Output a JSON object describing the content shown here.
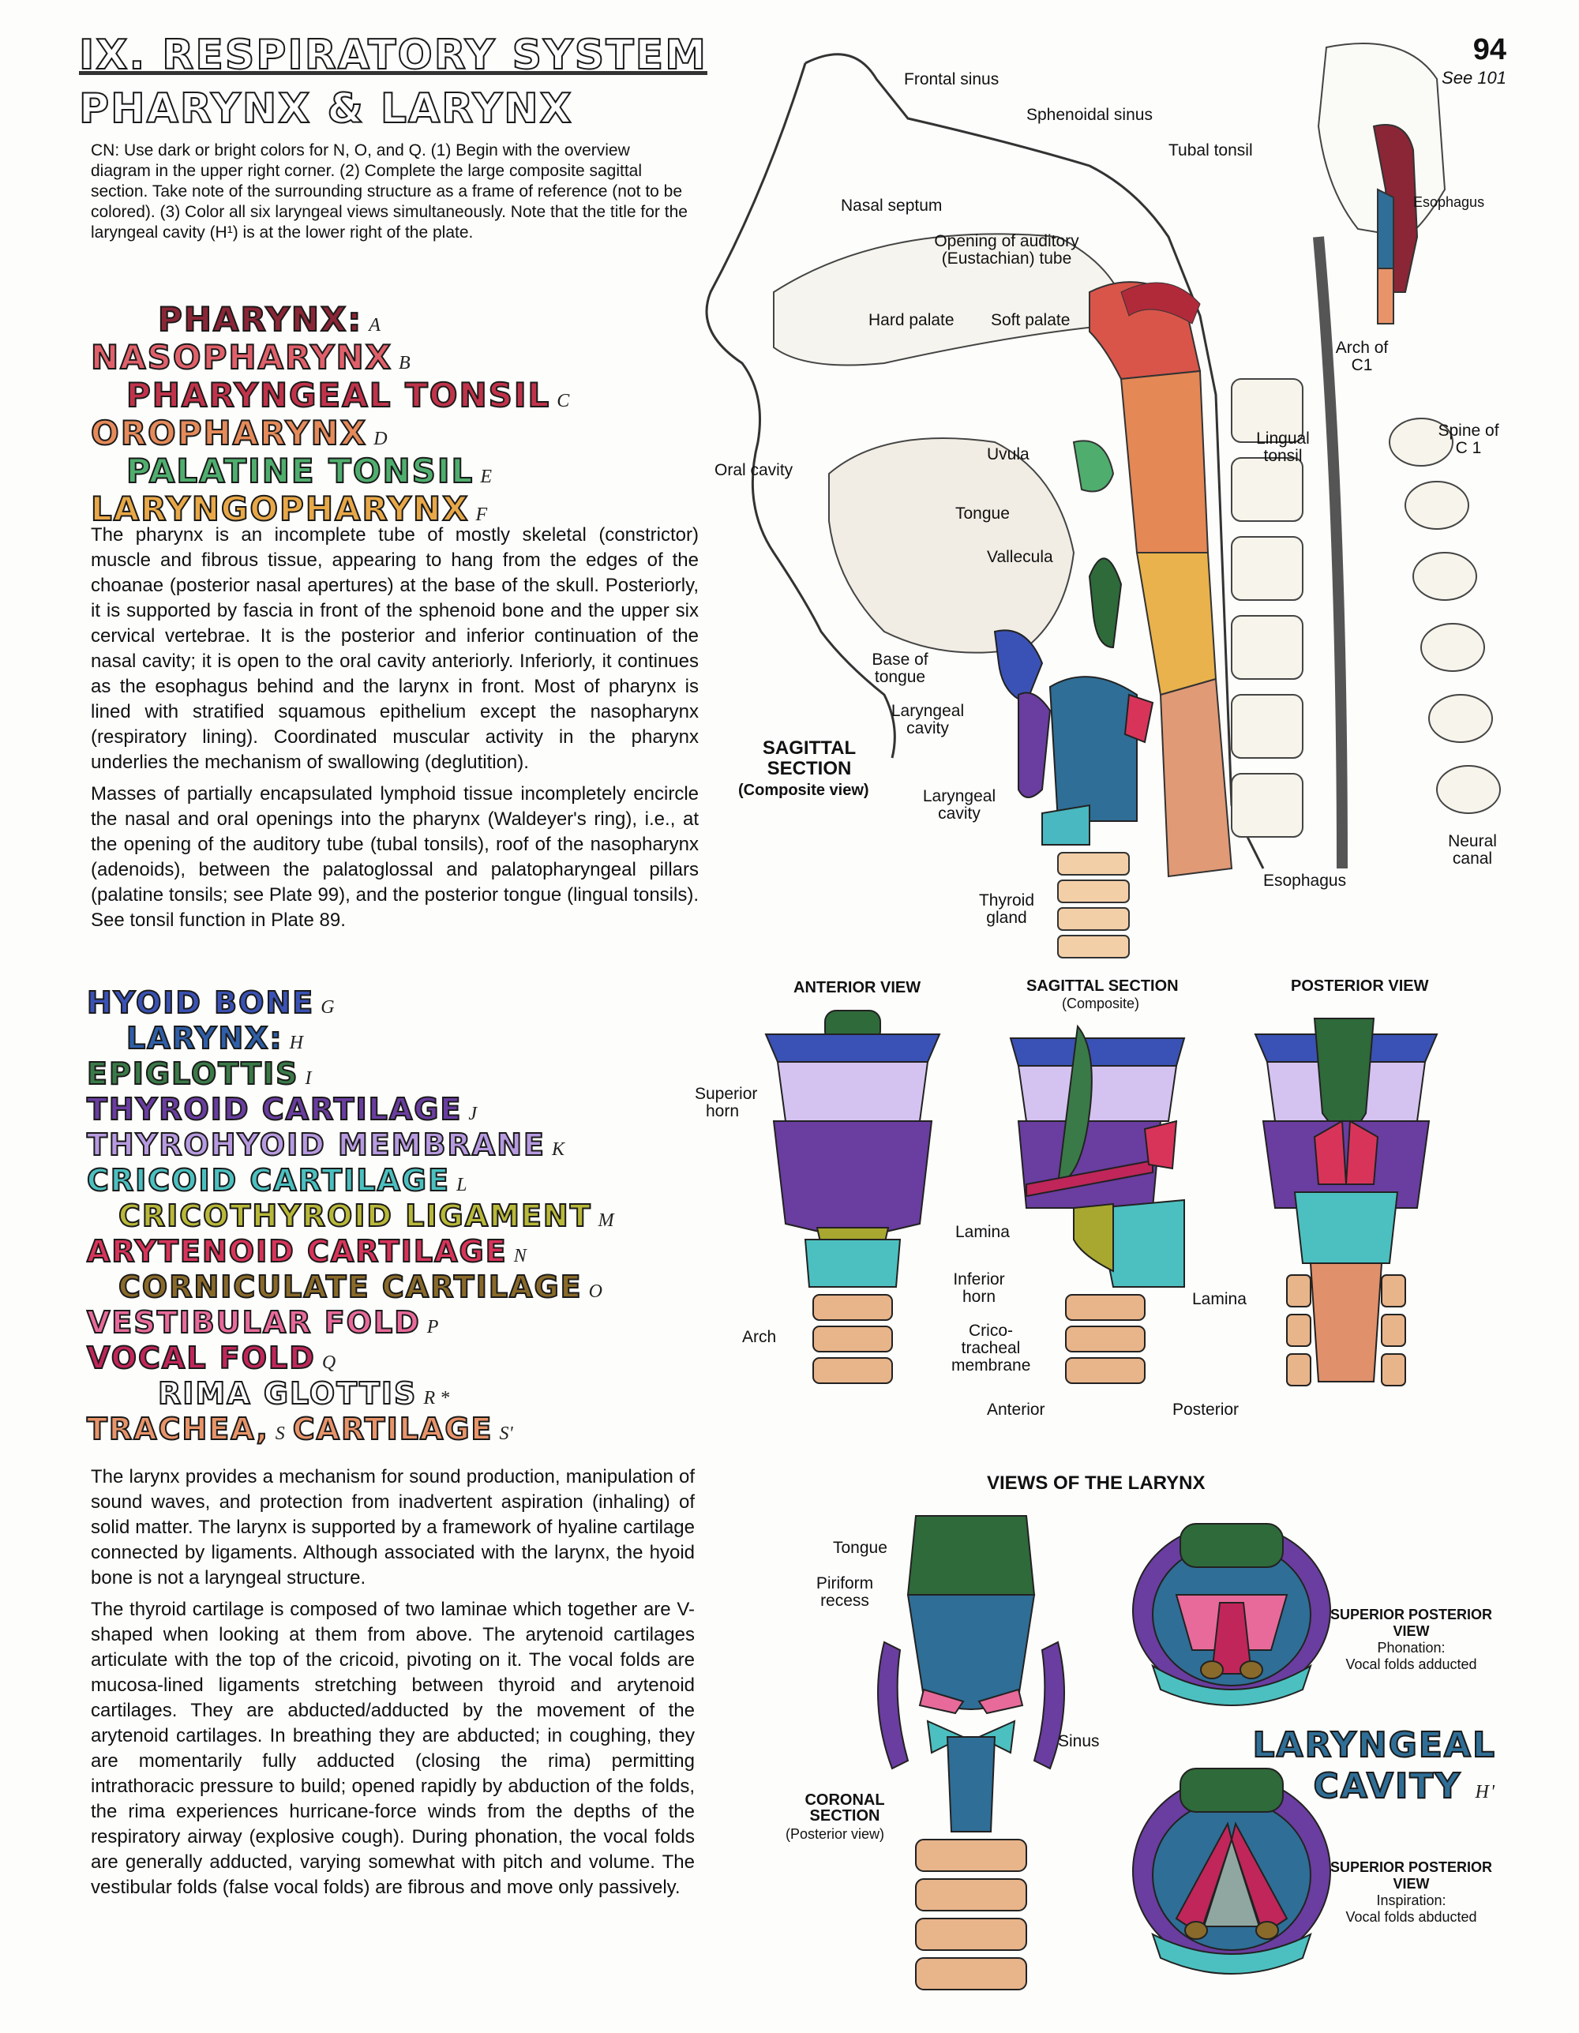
{
  "header": {
    "title_line1": "IX. RESPIRATORY SYSTEM",
    "title_line2": "PHARYNX & LARYNX",
    "page_number": "94",
    "see_ref": "See 101"
  },
  "instructions": "CN: Use dark or bright colors for N, O, and Q. (1) Begin with the overview diagram in the upper right corner. (2) Complete the large composite sagittal section. Take note of the surrounding structure as a frame of reference (not to be colored). (3) Color all six laryngeal views simultaneously. Note that the title for the laryngeal cavity (H¹) is at the lower right of the plate.",
  "pharynx_terms": [
    {
      "name": "PHARYNX:",
      "letter": "A",
      "color": "#8a2636"
    },
    {
      "name": "NASOPHARYNX",
      "letter": "B",
      "color": "#e0606a"
    },
    {
      "name": "PHARYNGEAL TONSIL",
      "letter": "C",
      "color": "#c0334a"
    },
    {
      "name": "OROPHARYNX",
      "letter": "D",
      "color": "#e58a5a"
    },
    {
      "name": "PALATINE TONSIL",
      "letter": "E",
      "color": "#4fae6e"
    },
    {
      "name": "LARYNGOPHARYNX",
      "letter": "F",
      "color": "#e8a848"
    }
  ],
  "pharynx_text": [
    "The pharynx is an incomplete tube of mostly skeletal (constrictor) muscle and fibrous tissue, appearing to hang from the edges of the choanae (posterior nasal apertures) at the base of the skull. Posteriorly, it is supported by fascia in front of the sphenoid bone and the upper six cervical vertebrae. It is the posterior and inferior continuation of the nasal cavity; it is open to the oral cavity anteriorly. Inferiorly, it continues as the esophagus behind and the larynx in front. Most of pharynx is lined with stratified squamous epithelium except the nasopharynx (respiratory lining). Coordinated muscular activity in the pharynx underlies the mechanism of swallowing (deglutition).",
    "Masses of partially encapsulated lymphoid tissue incompletely encircle the nasal and oral openings into the pharynx (Waldeyer's ring), i.e., at the opening of the auditory tube (tubal tonsils), roof of the nasopharynx (adenoids), between the palatoglossal and palatopharyngeal pillars (palatine tonsils; see Plate 99), and the posterior tongue (lingual tonsils). See tonsil function in Plate 89."
  ],
  "larynx_terms": [
    {
      "name": "HYOID BONE",
      "letter": "G",
      "color": "#3a52b5"
    },
    {
      "name": "LARYNX:",
      "letter": "H",
      "color": "#2f5fa8"
    },
    {
      "name": "EPIGLOTTIS",
      "letter": "I",
      "color": "#3a7a48"
    },
    {
      "name": "THYROID CARTILAGE",
      "letter": "J",
      "color": "#6a3da0"
    },
    {
      "name": "THYROHYOID MEMBRANE",
      "letter": "K",
      "color": "#b79ae0"
    },
    {
      "name": "CRICOID CARTILAGE",
      "letter": "L",
      "color": "#4cc0c0"
    },
    {
      "name": "CRICOTHYROID LIGAMENT",
      "letter": "M",
      "color": "#b8b83a"
    },
    {
      "name": "ARYTENOID CARTILAGE",
      "letter": "N",
      "color": "#d8345a"
    },
    {
      "name": "CORNICULATE CARTILAGE",
      "letter": "O",
      "color": "#8a6a2a"
    },
    {
      "name": "VESTIBULAR FOLD",
      "letter": "P",
      "color": "#e86a9a"
    },
    {
      "name": "VOCAL FOLD",
      "letter": "Q",
      "color": "#c0265a"
    },
    {
      "name": "RIMA GLOTTIS",
      "letter": "R *",
      "color": "#ffffff"
    },
    {
      "name": "TRACHEA,",
      "letter": "S",
      "color": "#e8946a"
    },
    {
      "name": "CARTILAGE",
      "letter": "S'",
      "color": "#e8946a"
    }
  ],
  "larynx_text": [
    "The larynx provides a mechanism for sound production, manipulation of sound waves, and protection from inadvertent aspiration (inhaling) of solid matter. The larynx is supported by a framework of hyaline cartilage connected by ligaments. Although associated with the larynx, the hyoid bone is not a laryngeal structure.",
    "The thyroid cartilage is composed of two laminae which together are V-shaped when looking at them from above. The arytenoid cartilages articulate with the top of the cricoid, pivoting on it. The vocal folds are mucosa-lined ligaments stretching between thyroid and arytenoid cartilages. They are abducted/adducted by the movement of the arytenoid cartilages. In breathing they are abducted; in coughing, they are momentarily fully adducted (closing the rima) permitting intrathoracic pressure to build; opened rapidly by abduction of the folds, the rima experiences hurricane-force winds from the depths of the respiratory airway (explosive cough). During phonation, the vocal folds are generally adducted, varying somewhat with pitch and volume. The vestibular folds (false vocal folds) are fibrous and move only passively."
  ],
  "sagittal": {
    "heading": "SAGITTAL SECTION",
    "subheading": "(Composite view)",
    "labels": {
      "frontal_sinus": "Frontal sinus",
      "sphenoidal_sinus": "Sphenoidal sinus",
      "tubal_tonsil": "Tubal tonsil",
      "nasal_septum": "Nasal septum",
      "auditory_tube": "Opening of auditory (Eustachian) tube",
      "hard_palate": "Hard palate",
      "soft_palate": "Soft palate",
      "oral_cavity": "Oral cavity",
      "uvula": "Uvula",
      "tongue": "Tongue",
      "vallecula": "Vallecula",
      "lingual_tonsil": "Lingual tonsil",
      "arch_c1": "Arch of C1",
      "spine_c1": "Spine of C 1",
      "base_tongue": "Base of tongue",
      "laryngeal_cavity_1": "Laryngeal cavity",
      "laryngeal_cavity_2": "Laryngeal cavity",
      "thyroid_gland": "Thyroid gland",
      "esophagus": "Esophagus",
      "neural_canal": "Neural canal",
      "overview_esophagus": "Esophagus"
    }
  },
  "views": {
    "heading": "VIEWS OF THE LARYNX",
    "anterior": "ANTERIOR VIEW",
    "sagittal": "SAGITTAL SECTION",
    "sagittal_sub": "(Composite)",
    "posterior": "POSTERIOR VIEW",
    "superior_horn": "Superior horn",
    "lamina": "Lamina",
    "inferior_horn": "Inferior horn",
    "crico_membrane": "Crico-tracheal membrane",
    "arch": "Arch",
    "anterior_lbl": "Anterior",
    "posterior_lbl": "Posterior",
    "lamina2": "Lamina"
  },
  "coronal": {
    "heading": "CORONAL SECTION",
    "sub": "(Posterior view)",
    "tongue": "Tongue",
    "piriform": "Piriform recess",
    "sinus": "Sinus"
  },
  "superior_views": [
    {
      "title": "SUPERIOR POSTERIOR VIEW",
      "state": "Phonation:",
      "desc": "Vocal folds adducted"
    },
    {
      "title": "SUPERIOR POSTERIOR VIEW",
      "state": "Inspiration:",
      "desc": "Vocal folds abducted"
    }
  ],
  "laryngeal_cavity_title": "LARYNGEAL CAVITY",
  "laryngeal_cavity_letter": "H'"
}
